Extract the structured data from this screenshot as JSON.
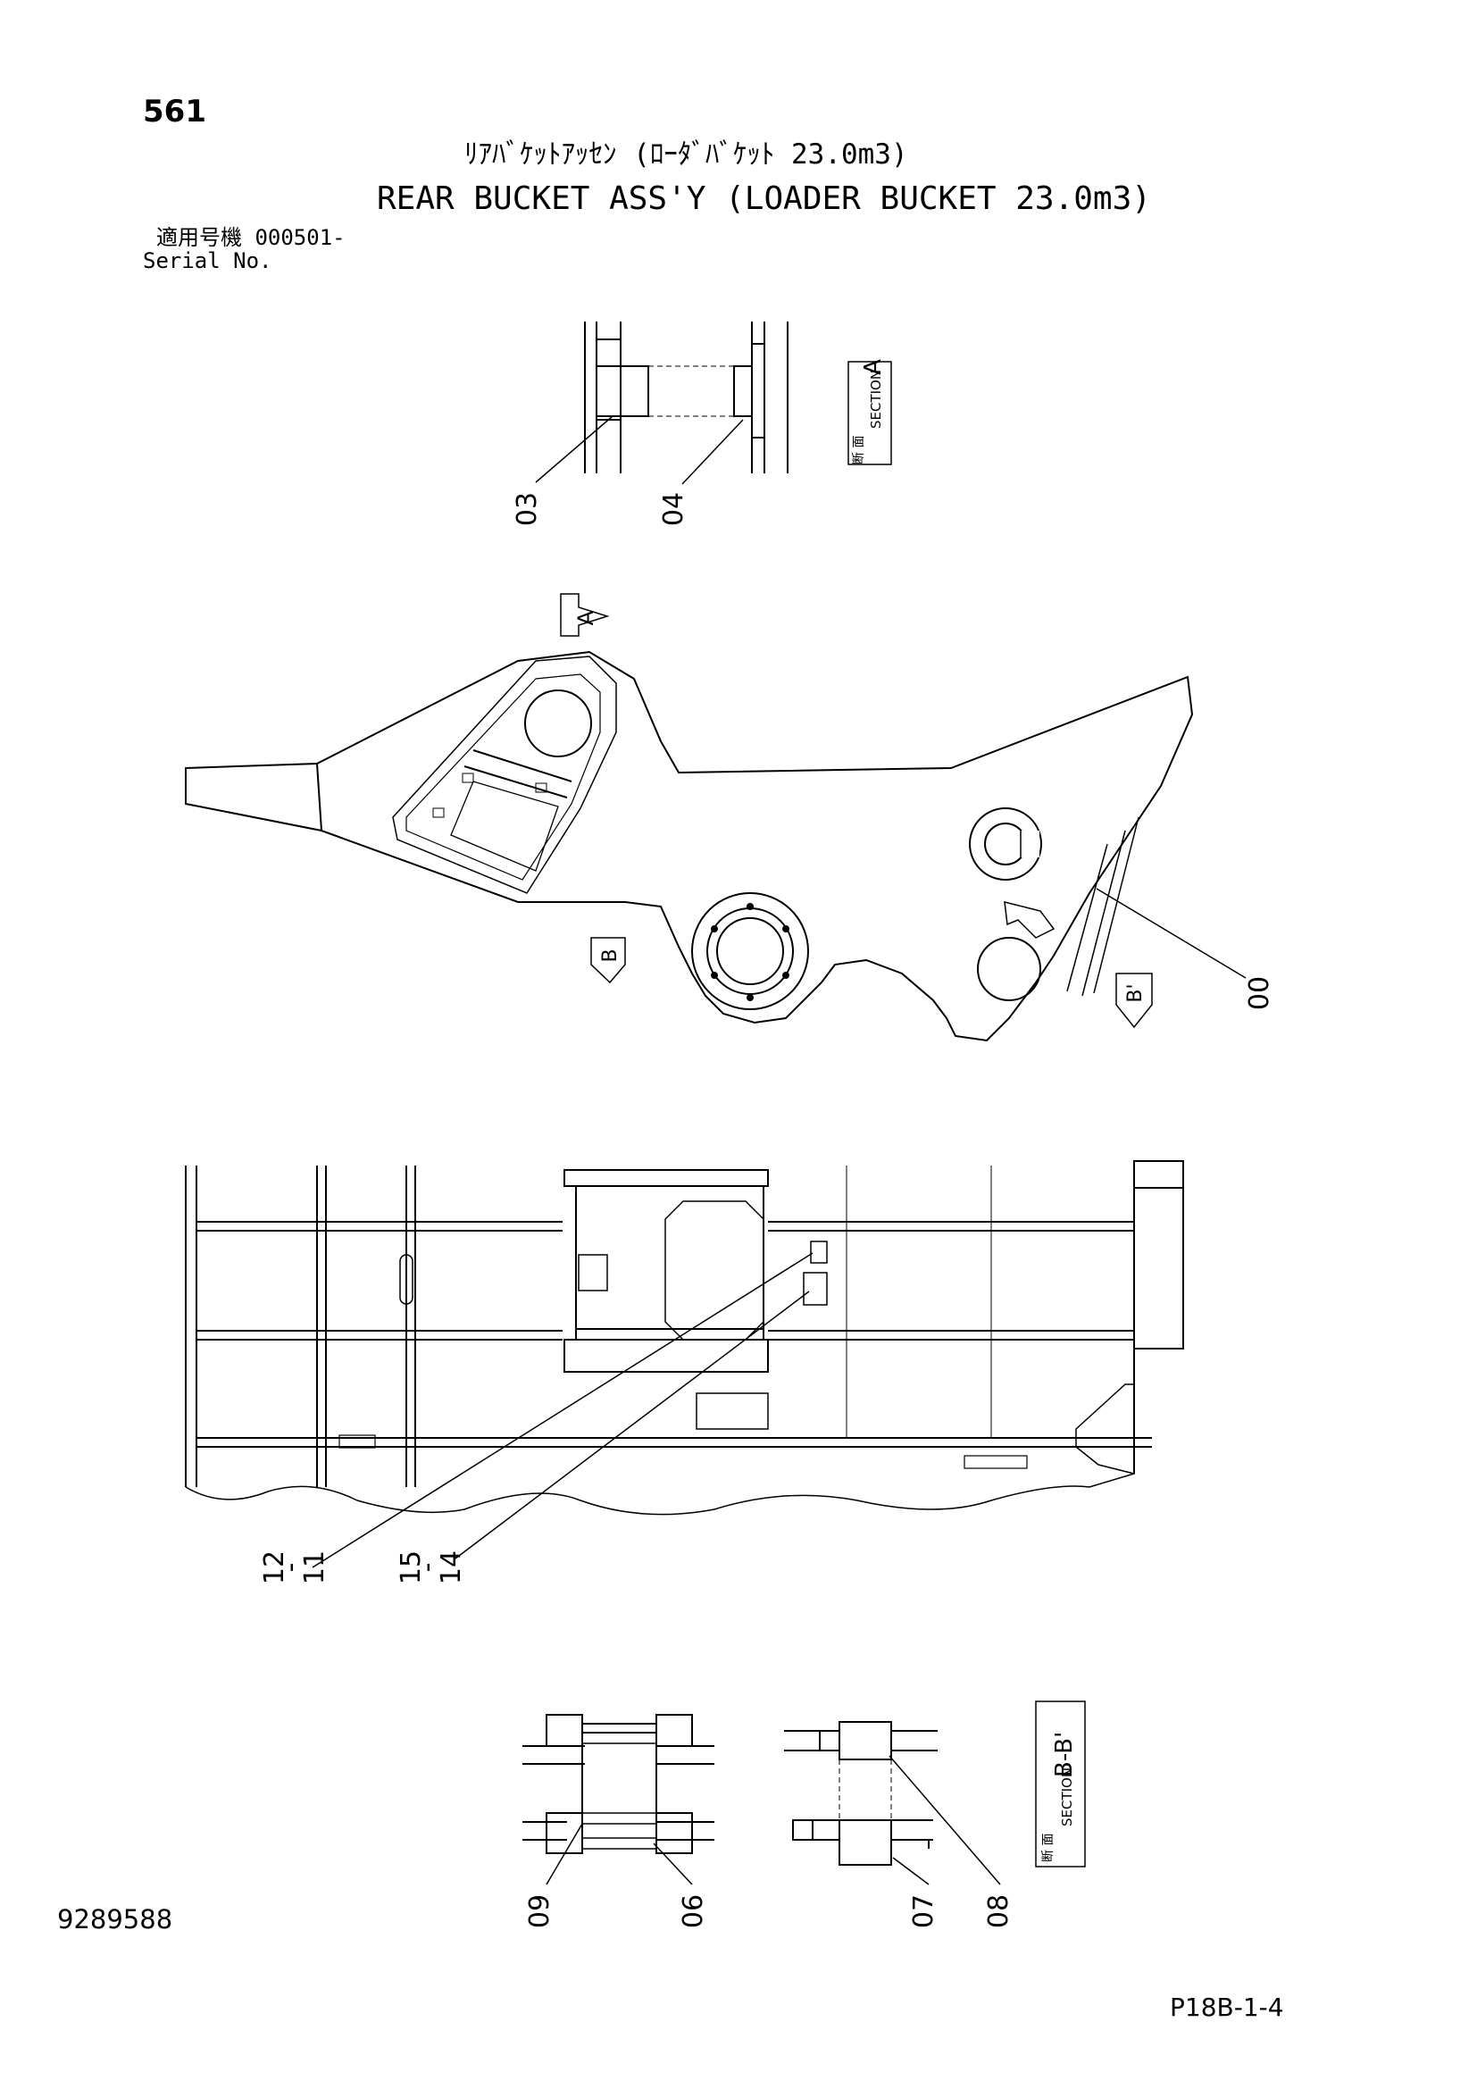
{
  "header": {
    "page_number": "561",
    "title_jp": "ﾘｱﾊﾞｹｯﾄｱｯｾﾝ (ﾛｰﾀﾞﾊﾞｹｯﾄ 23.0m3)",
    "title_en": "REAR BUCKET ASS'Y (LOADER BUCKET 23.0m3)",
    "serial_label_jp": "適用号機  000501-",
    "serial_label_en": "Serial No."
  },
  "section_a": {
    "label_jp": "断 面",
    "label_en": "SECTION",
    "letter": "A",
    "callouts": [
      "03",
      "04"
    ]
  },
  "side_view": {
    "arrow_a": "A",
    "arrow_b": "B",
    "arrow_b2": "B'",
    "callouts": [
      "00"
    ]
  },
  "plan_view": {
    "callouts": [
      "12-11",
      "15-14"
    ],
    "callout_12_11": {
      "top": "12",
      "dash": "-",
      "bottom": "11"
    },
    "callout_15_14": {
      "top": "15",
      "dash": "-",
      "bottom": "14"
    }
  },
  "section_bb": {
    "label_jp": "断 面",
    "label_en": "SECTION",
    "letter": "B-B'",
    "callouts": [
      "09",
      "06",
      "07",
      "08"
    ]
  },
  "footer": {
    "doc_number": "9289588",
    "page_ref": "P18B-1-4"
  }
}
